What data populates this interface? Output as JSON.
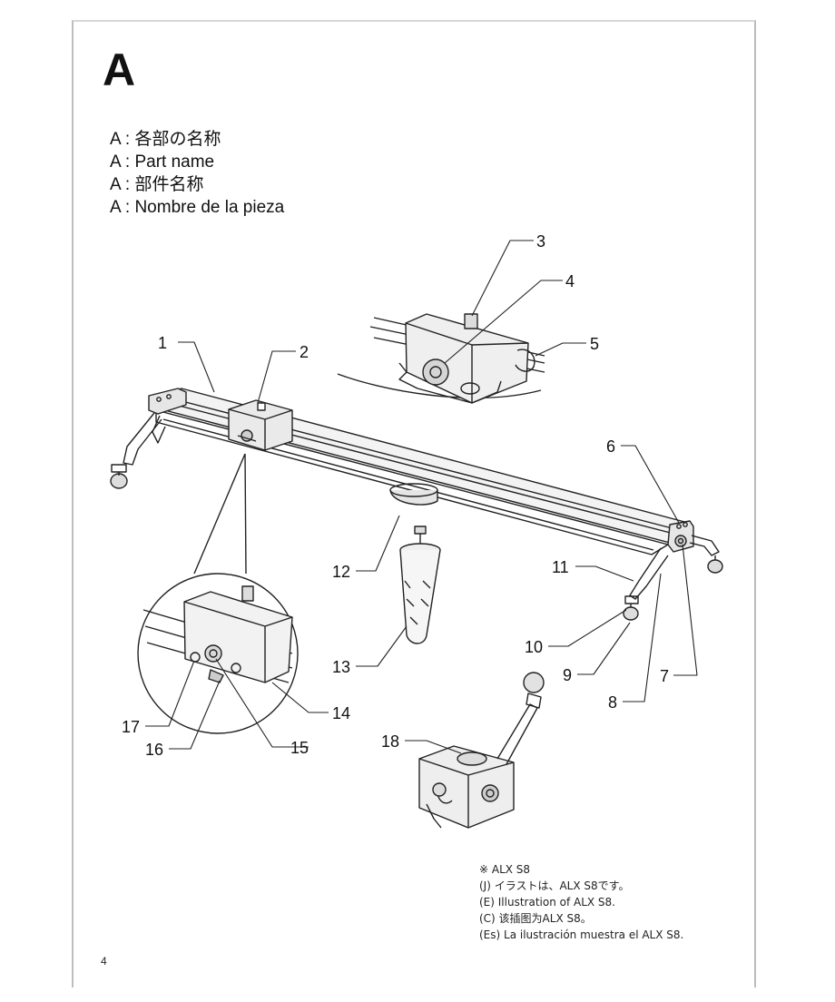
{
  "section": "A",
  "part_titles": [
    "A : 各部の名称",
    "A : Part name",
    "A : 部件名称",
    "A : Nombre de la pieza"
  ],
  "callouts": [
    "1",
    "2",
    "3",
    "4",
    "5",
    "6",
    "7",
    "8",
    "9",
    "10",
    "11",
    "12",
    "13",
    "14",
    "15",
    "16",
    "17",
    "18"
  ],
  "note": {
    "model": "※ ALX S8",
    "lines": [
      "(J)  イラストは、ALX S8です。",
      "(E)  Illustration of ALX S8.",
      "(C)  该插图为ALX S8。",
      "(Es) La ilustración muestra el ALX S8."
    ]
  },
  "page_number": "4"
}
